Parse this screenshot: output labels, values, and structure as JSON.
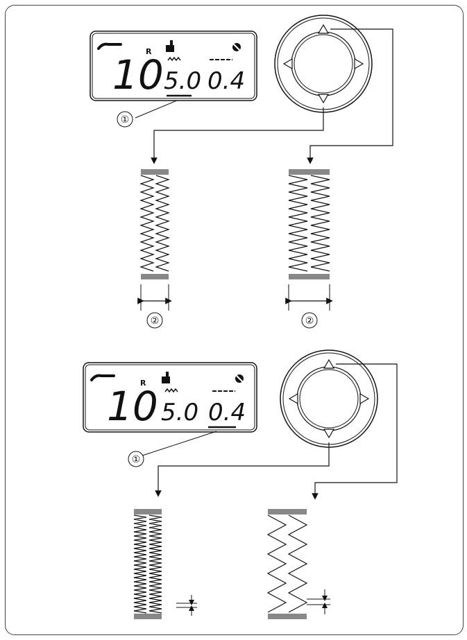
{
  "panels": [
    {
      "display": {
        "pattern_number": "10",
        "mode_letter": "R",
        "width_value": "5.0",
        "length_value": "0.4",
        "underlined": "width",
        "callout": "①"
      },
      "dial": {
        "up": "up-arrow",
        "down": "down-arrow",
        "left": "left-arrow",
        "right": "right-arrow"
      },
      "results": [
        {
          "key": "down",
          "variant": "narrow",
          "dimension_label": "②"
        },
        {
          "key": "up",
          "variant": "wide",
          "dimension_label": "②"
        }
      ]
    },
    {
      "display": {
        "pattern_number": "10",
        "mode_letter": "R",
        "width_value": "5.0",
        "length_value": "0.4",
        "underlined": "length",
        "callout": "①"
      },
      "dial": {
        "up": "up-arrow",
        "down": "down-arrow",
        "left": "left-arrow",
        "right": "right-arrow"
      },
      "results": [
        {
          "key": "down",
          "variant": "dense",
          "dimension": "stitch-spacing"
        },
        {
          "key": "up",
          "variant": "sparse",
          "dimension": "stitch-spacing"
        }
      ]
    }
  ],
  "colors": {
    "line": "#111111",
    "lcd_fill": "#ffffff",
    "dial_fill": "#ffffff"
  }
}
